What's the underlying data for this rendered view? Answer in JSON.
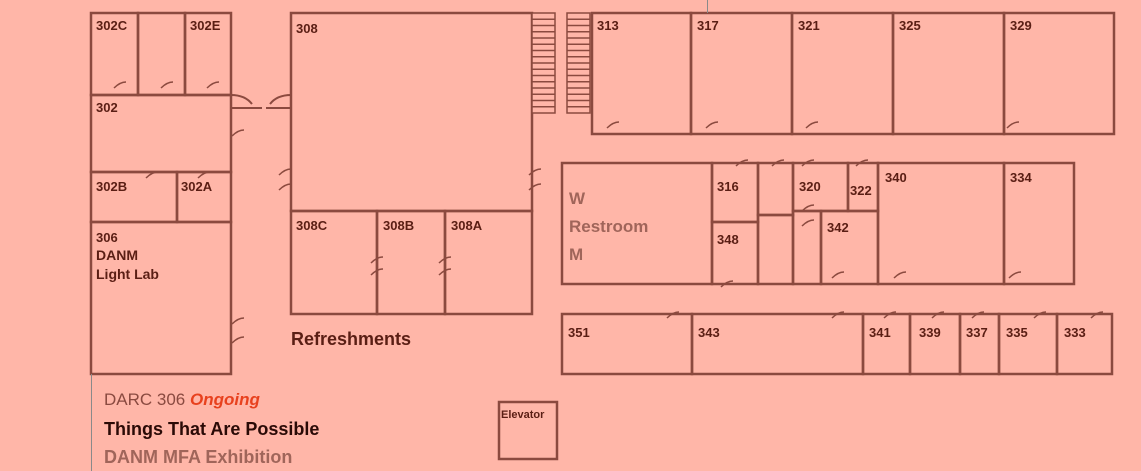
{
  "colors": {
    "fill": "#ffb6a8",
    "wall": "#8b4a3f",
    "room_text": "#5a1e14",
    "muted_text": "#a0655a",
    "accent": "#e8411e"
  },
  "rooms": {
    "r302C": "302C",
    "r302E": "302E",
    "r302": "302",
    "r302B": "302B",
    "r302A": "302A",
    "r306": "306",
    "r306_name1": "DANM",
    "r306_name2": "Light Lab",
    "r308": "308",
    "r308C": "308C",
    "r308B": "308B",
    "r308A": "308A",
    "r313": "313",
    "r317": "317",
    "r321": "321",
    "r325": "325",
    "r329": "329",
    "r316": "316",
    "r348": "348",
    "r320": "320",
    "r322": "322",
    "r342": "342",
    "r340": "340",
    "r334": "334",
    "r351": "351",
    "r343": "343",
    "r341": "341",
    "r339": "339",
    "r337": "337",
    "r335": "335",
    "r333": "333"
  },
  "restroom": {
    "w": "W",
    "label": "Restroom",
    "m": "M"
  },
  "refreshments": "Refreshments",
  "elevator": "Elevator",
  "caption": {
    "room": "DARC 306",
    "status": "Ongoing",
    "title": "Things That Are Possible",
    "subtitle": "DANM MFA Exhibition"
  }
}
